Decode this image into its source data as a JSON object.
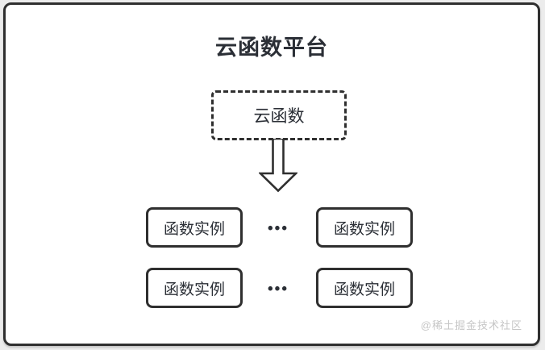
{
  "frame": {
    "title": "云函数平台"
  },
  "diagram": {
    "root_box": {
      "label": "云函数"
    },
    "arrow_icon": "down-arrow-icon",
    "rows": [
      {
        "left_label": "函数实例",
        "dots": "•••",
        "right_label": "函数实例"
      },
      {
        "left_label": "函数实例",
        "dots": "•••",
        "right_label": "函数实例"
      }
    ]
  },
  "watermark": {
    "text": "@稀土掘金技术社区"
  },
  "colors": {
    "border": "#2f2f2f",
    "text": "#2b2f36",
    "canvas_bg": "#ffffff",
    "outer_bg": "#ececec",
    "watermark": "#c6c6c6"
  }
}
